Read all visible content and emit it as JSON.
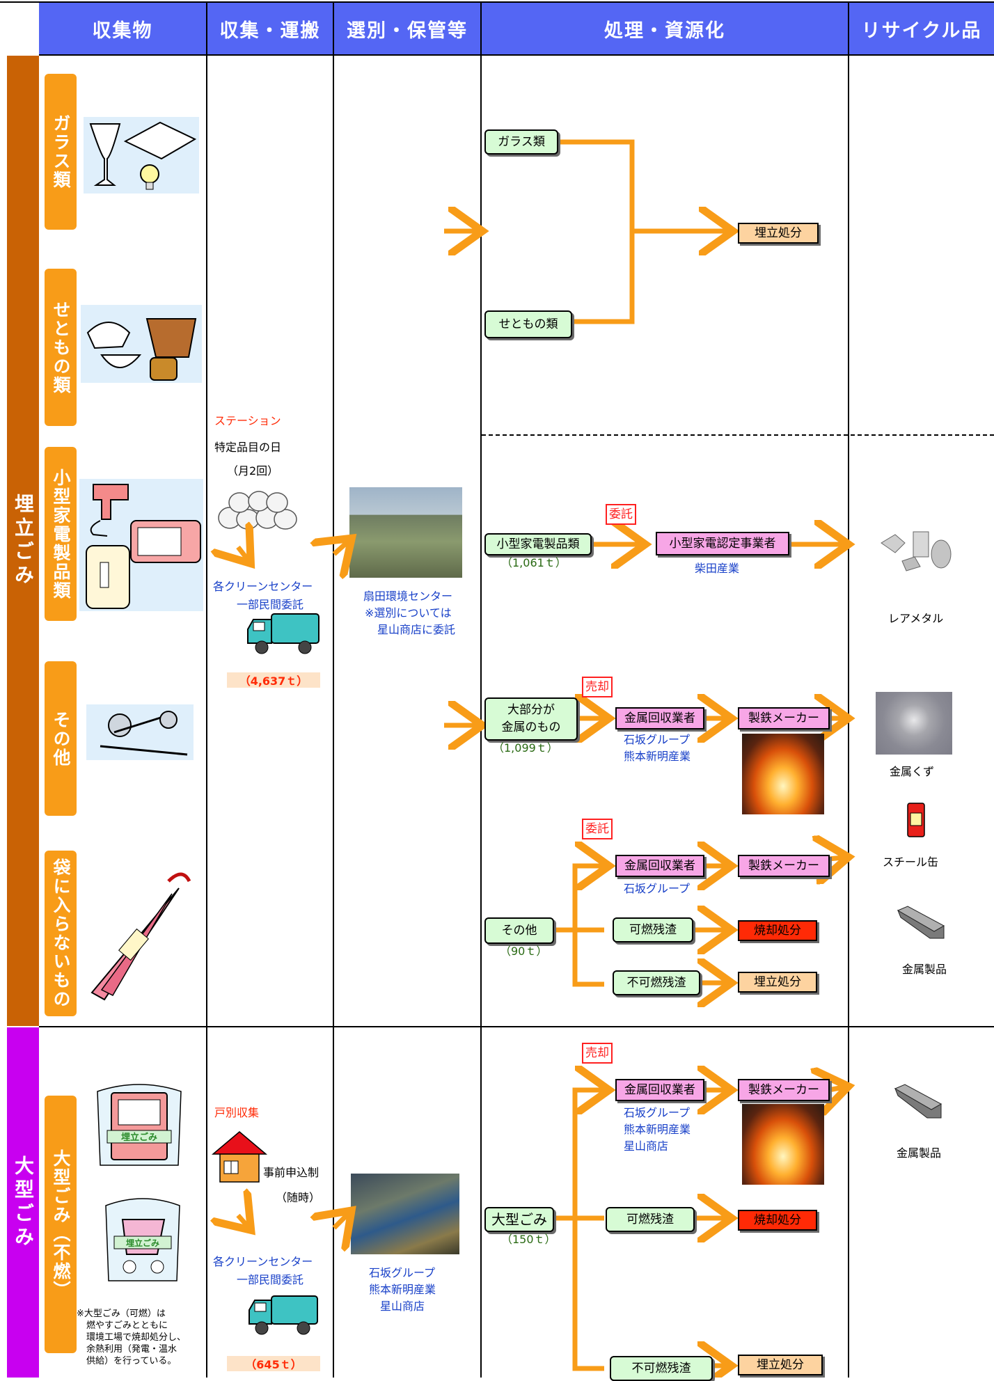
{
  "headers": {
    "collected_items": "収集物",
    "collection": "収集・運搬",
    "sorting": "選別・保管等",
    "processing": "処理・資源化",
    "recycled": "リサイクル品"
  },
  "bands": {
    "landfill": "埋立ごみ",
    "oversized": "大型ごみ"
  },
  "categories": {
    "glass": "ガラス類",
    "ceramics": "せともの類",
    "small_appliances": "小型家電製品類",
    "other": "その他",
    "not_fit_bag": "袋に入らないもの",
    "oversized_noncombustible": "大型ごみ（不燃）"
  },
  "collection": {
    "station": "ステーション",
    "specific_day": "特定品目の日",
    "twice_monthly": "（月2回）",
    "centers_1": "各クリーンセンター",
    "private_1": "一部民間委託",
    "amount_1": "（4,637ｔ）",
    "door_to_door": "戸別収集",
    "advance_request": "事前申込制",
    "anytime": "（随時）",
    "centers_2": "各クリーンセンター",
    "private_2": "一部民間委託",
    "amount_2": "（645ｔ）"
  },
  "sorting": {
    "line1": "扇田環境センター",
    "line2": "※選別については",
    "line3": "星山商店に委託",
    "b_line1": "石坂グループ",
    "b_line2": "熊本新明産業",
    "b_line3": "星山商店"
  },
  "processing": {
    "glass": "ガラス類",
    "ceramics": "せともの類",
    "landfill_1": "埋立処分",
    "small_app": "小型家電製品類",
    "small_app_amt": "（1,061ｔ）",
    "consign_1": "委託",
    "certified": "小型家電認定事業者",
    "shibata": "柴田産業",
    "mostly_metal_1": "大部分が",
    "mostly_metal_2": "金属のもの",
    "mostly_metal_amt": "（1,099ｔ）",
    "sale_1": "売却",
    "metal_collector_1": "金属回収業者",
    "steel_maker_1": "製鉄メーカー",
    "ishizaka_1": "石坂グループ",
    "kumamoto_1": "熊本新明産業",
    "consign_2": "委託",
    "other": "その他",
    "other_amt": "（90ｔ）",
    "metal_collector_2": "金属回収業者",
    "steel_maker_2": "製鉄メーカー",
    "ishizaka_2": "石坂グループ",
    "combustible_1": "可燃残渣",
    "incineration_1": "焼却処分",
    "noncombustible_1": "不可燃残渣",
    "landfill_2": "埋立処分",
    "sale_2": "売却",
    "metal_collector_3": "金属回収業者",
    "steel_maker_3": "製鉄メーカー",
    "ishizaka_3": "石坂グループ",
    "kumamoto_3": "熊本新明産業",
    "hoshiyama_3": "星山商店",
    "oversized": "大型ごみ",
    "oversized_amt": "（150ｔ）",
    "combustible_2": "可燃残渣",
    "incineration_2": "焼却処分",
    "noncombustible_2": "不可燃残渣",
    "landfill_3": "埋立処分"
  },
  "recycled": {
    "rare_metal": "レアメタル",
    "metal_scrap": "金属くず",
    "steel_can": "スチール缶",
    "metal_product_1": "金属製品",
    "metal_product_2": "金属製品"
  },
  "illustration_labels": {
    "bag_label": "埋立ごみ"
  },
  "note": {
    "line1": "※大型ごみ（可燃）は",
    "line2": "燃やすごみとともに",
    "line3": "環境工場で焼却処分し、",
    "line4": "余熱利用（発電・温水",
    "line5": "供給）を行っている。"
  },
  "colors": {
    "header_blue": "#5466f4",
    "landfill_band": "#c96205",
    "oversized_band": "#c800f0",
    "category_orange": "#f89c18",
    "arrow_orange": "#f89c18",
    "box_green": "#d7fbd5",
    "box_pink": "#f7a6e6",
    "box_peach": "#fdd3a0",
    "box_red": "#ff2a06"
  }
}
